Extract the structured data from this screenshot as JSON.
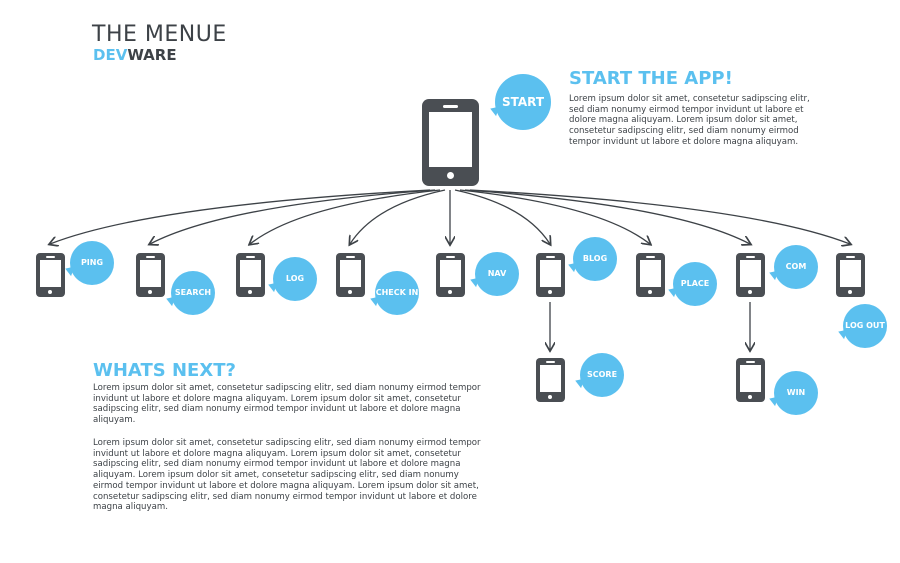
{
  "header": {
    "title": "THE MENUE",
    "brand_accent": "DEV",
    "brand_rest": "WARE"
  },
  "start": {
    "heading": "START THE APP!",
    "body": "Lorem ipsum dolor sit amet, consetetur sadipscing elitr, sed diam nonumy eirmod tempor invidunt ut labore et dolore magna aliquyam. Lorem ipsum dolor sit amet, consetetur sadipscing elitr, sed diam nonumy eirmod tempor invidunt ut labore et dolore magna aliquyam.",
    "bubble": "START"
  },
  "next": {
    "heading": "WHATS NEXT?",
    "para1": "Lorem ipsum dolor sit amet, consetetur sadipscing elitr, sed diam nonumy eirmod tempor invidunt ut labore et dolore magna aliquyam. Lorem ipsum dolor sit amet, consetetur sadipscing elitr, sed diam nonumy eirmod tempor invidunt ut labore et dolore magna aliquyam.",
    "para2": "Lorem ipsum dolor sit amet, consetetur sadipscing elitr, sed diam nonumy eirmod tempor invidunt ut labore et dolore magna aliquyam. Lorem ipsum dolor sit amet, consetetur sadipscing elitr, sed diam nonumy eirmod tempor invidunt ut labore et dolore magna aliquyam. Lorem ipsum dolor sit amet, consetetur sadipscing elitr, sed diam nonumy eirmod tempor invidunt ut labore et dolore magna aliquyam. Lorem ipsum dolor sit amet, consetetur sadipscing elitr, sed diam nonumy eirmod tempor invidunt ut labore et dolore magna aliquyam."
  },
  "screens": [
    "PING",
    "SEARCH",
    "LOG",
    "CHECK IN",
    "NAV",
    "BLOG",
    "PLACE",
    "COM",
    "LOG OUT"
  ],
  "sub_screens": {
    "blog": "SCORE",
    "com": "WIN"
  },
  "colors": {
    "accent": "#5bc0ef",
    "dark": "#4a4e53"
  }
}
